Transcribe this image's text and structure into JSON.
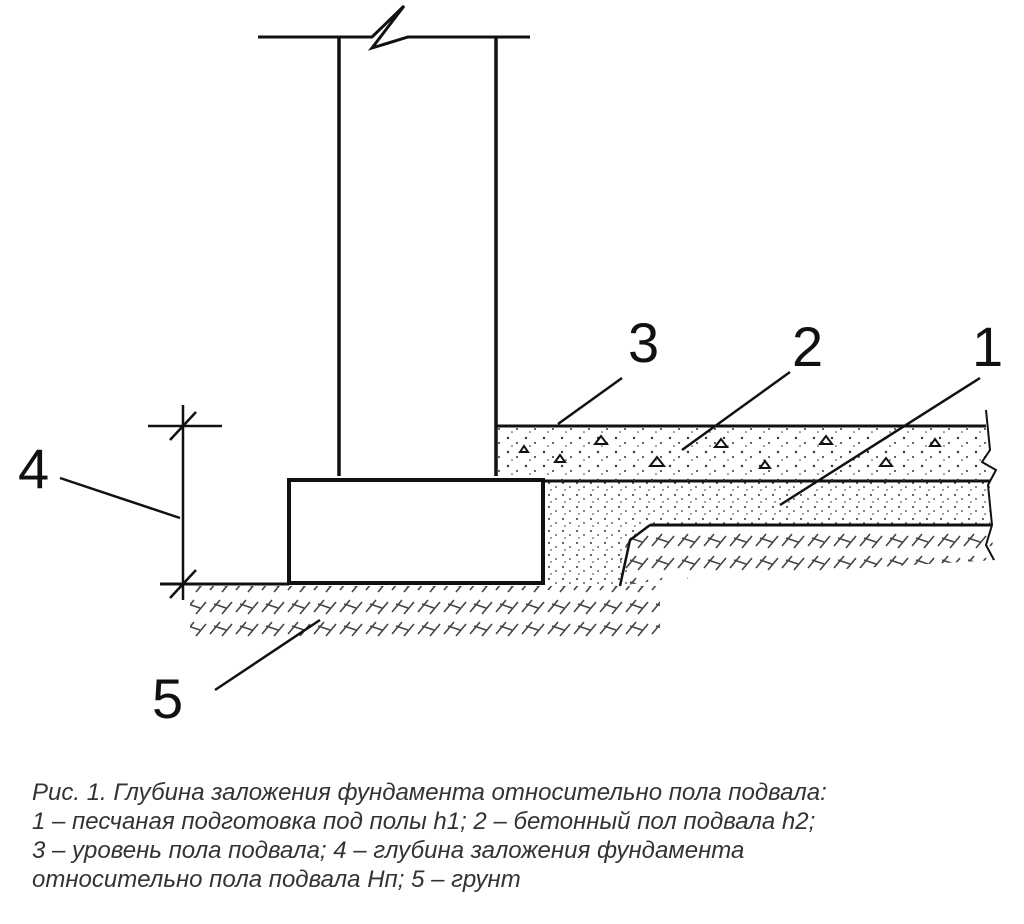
{
  "figure": {
    "labels": {
      "sand_bed": "1",
      "concrete_floor": "2",
      "floor_level": "3",
      "depth": "4",
      "soil": "5"
    }
  },
  "caption": {
    "lines": [
      "Рис. 1. Глубина заложения фундамента относительно пола подвала:",
      "1 – песчаная подготовка под полы h1; 2 – бетонный пол подвала h2;",
      "3 – уровень пола подвала; 4 – глубина заложения фундамента",
      "относительно пола подвала Hп; 5 – грунт"
    ]
  }
}
